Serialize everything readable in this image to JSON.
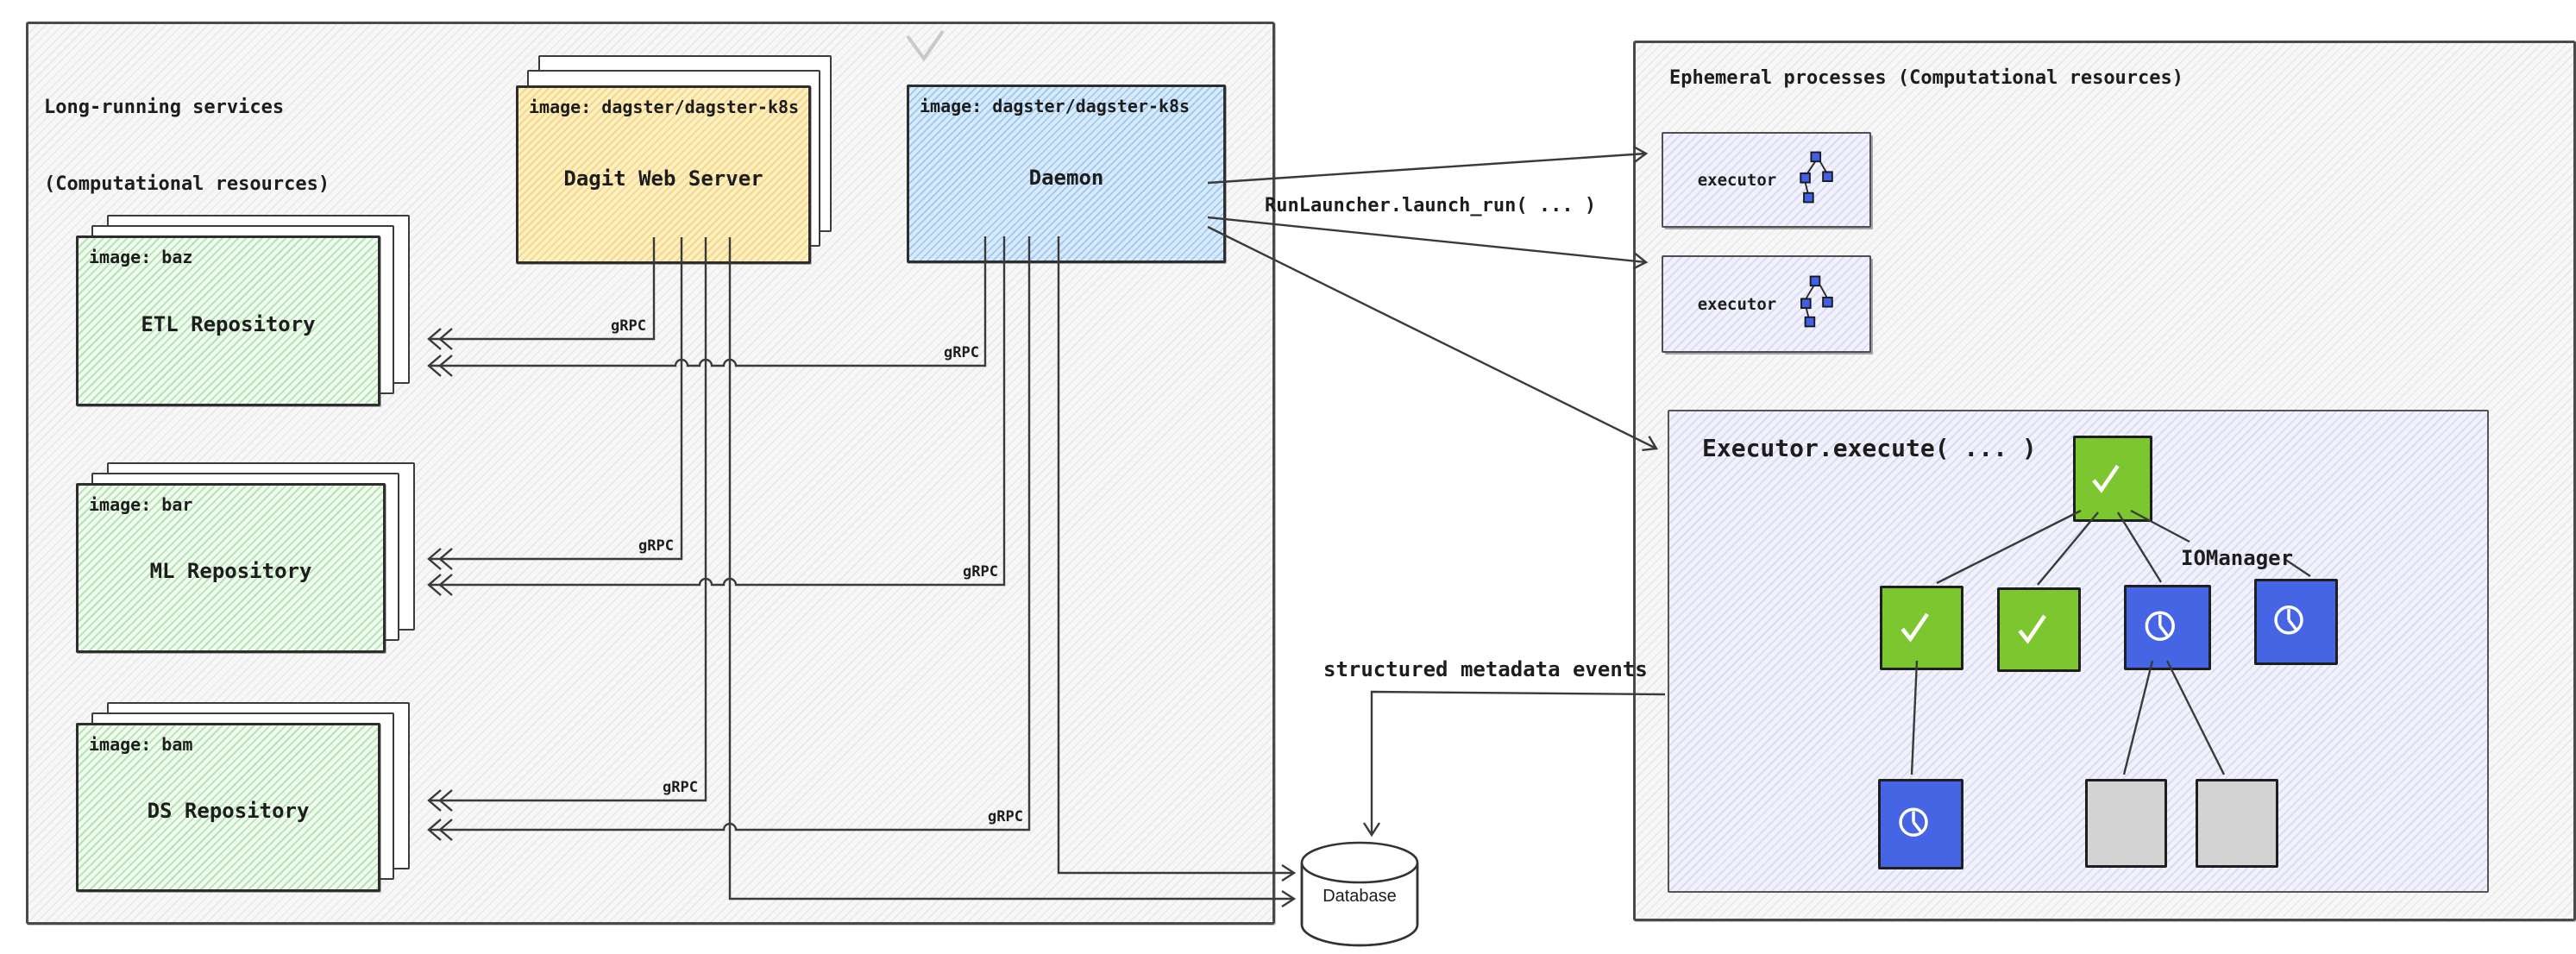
{
  "left_panel": {
    "title_line1": "Long-running services",
    "title_line2": "(Computational resources)",
    "dagit": {
      "image_label": "image: dagster/dagster-k8s",
      "name": "Dagit Web Server"
    },
    "daemon": {
      "image_label": "image: dagster/dagster-k8s",
      "name": "Daemon"
    },
    "repositories": [
      {
        "image_label": "image: baz",
        "name": "ETL Repository"
      },
      {
        "image_label": "image: bar",
        "name": "ML Repository"
      },
      {
        "image_label": "image: bam",
        "name": "DS Repository"
      }
    ],
    "grpc_label": "gRPC"
  },
  "right_panel": {
    "title": "Ephemeral processes (Computational resources)",
    "executor_label": "executor",
    "execute_box": {
      "title": "Executor.execute( ... )",
      "iomanager_label": "IOManager"
    }
  },
  "connections": {
    "run_launcher_label": "RunLauncher.launch_run( ... )",
    "metadata_events_label": "structured metadata events"
  },
  "database": {
    "label": "Database"
  },
  "icons": {
    "executor_icon": "dag-icon",
    "step_done_icon": "check-icon",
    "step_running_icon": "clock-icon",
    "database_icon": "database-cylinder-icon",
    "sketch_mark_icon": "sketch-check-icon"
  },
  "colors": {
    "wire": "#3a3a3a",
    "dagit_fill": "#fdf0c2",
    "daemon_fill": "#d9ebfa",
    "repository_fill": "#f2fbf0",
    "ephemeral_fill": "#f2f2fc",
    "node_done": "#7cc62f",
    "node_running": "#4565e5",
    "node_pending": "#d3d3d3"
  }
}
